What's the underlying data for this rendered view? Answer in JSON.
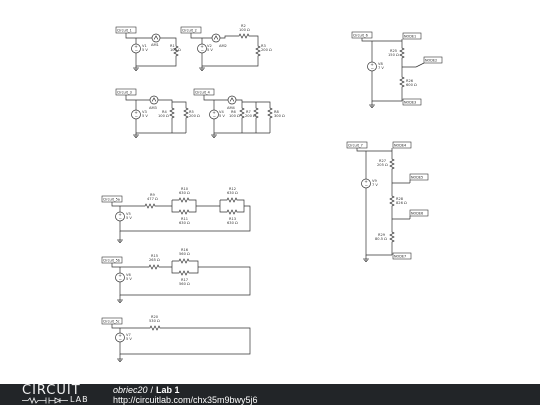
{
  "circuits": [
    {
      "tag": "Circuit_1",
      "source": {
        "name": "V1",
        "value": "5 V"
      },
      "meter": {
        "name": "AM1"
      },
      "resistors": [
        {
          "name": "R1",
          "value": "100 Ω"
        }
      ]
    },
    {
      "tag": "Circuit_2",
      "source": {
        "name": "V2",
        "value": "5 V"
      },
      "meter": {
        "name": "AM2"
      },
      "resistors": [
        {
          "name": "R2",
          "value": "100 Ω"
        },
        {
          "name": "R3",
          "value": "200 Ω"
        }
      ]
    },
    {
      "tag": "Circuit_3",
      "source": {
        "name": "V3",
        "value": "5 V"
      },
      "meter": {
        "name": "AM3"
      },
      "resistors": [
        {
          "name": "R4",
          "value": "100 Ω"
        },
        {
          "name": "R5",
          "value": "200 Ω"
        }
      ]
    },
    {
      "tag": "Circuit_4",
      "source": {
        "name": "V4",
        "value": "5 V"
      },
      "meter": {
        "name": "AM4"
      },
      "resistors": [
        {
          "name": "R6",
          "value": "100 Ω"
        },
        {
          "name": "R7",
          "value": "200 Ω"
        },
        {
          "name": "R8",
          "value": "300 Ω"
        }
      ]
    },
    {
      "tag": "Circuit_5a",
      "source": {
        "name": "V5",
        "value": "5 V"
      },
      "resistors": [
        {
          "name": "R9",
          "value": "477 Ω"
        },
        {
          "name": "R10",
          "value": "630 Ω"
        },
        {
          "name": "R11",
          "value": "630 Ω"
        },
        {
          "name": "R12",
          "value": "630 Ω"
        },
        {
          "name": "R13",
          "value": "630 Ω"
        }
      ]
    },
    {
      "tag": "Circuit_5b",
      "source": {
        "name": "V6",
        "value": "5 V"
      },
      "resistors": [
        {
          "name": "R15",
          "value": "265 Ω"
        },
        {
          "name": "R16",
          "value": "560 Ω"
        },
        {
          "name": "R17",
          "value": "560 Ω"
        }
      ]
    },
    {
      "tag": "Circuit_5c",
      "source": {
        "name": "V7",
        "value": "5 V"
      },
      "resistors": [
        {
          "name": "R20",
          "value": "530 Ω"
        }
      ]
    },
    {
      "tag": "Circuit_6",
      "source": {
        "name": "V8",
        "value": "7 V"
      },
      "resistors": [
        {
          "name": "R25",
          "value": "150 Ω"
        },
        {
          "name": "R26",
          "value": "600 Ω"
        }
      ],
      "nodes": [
        "NODE1",
        "NODE2",
        "NODE3"
      ]
    },
    {
      "tag": "Circuit_7",
      "source": {
        "name": "V9",
        "value": "7 V"
      },
      "resistors": [
        {
          "name": "R27",
          "value": "205 Ω"
        },
        {
          "name": "R28",
          "value": "826 Ω"
        },
        {
          "name": "R29",
          "value": "80.5 Ω"
        }
      ],
      "nodes": [
        "NODE4",
        "NODE5",
        "NODE6",
        "NODE7"
      ]
    }
  ],
  "footer": {
    "logo_top": "CIRCUIT",
    "logo_bottom": "LAB",
    "username": "obriec20",
    "separator": "/",
    "project": "Lab 1",
    "url": "http://circuitlab.com/chx35m9bwy5j6"
  }
}
